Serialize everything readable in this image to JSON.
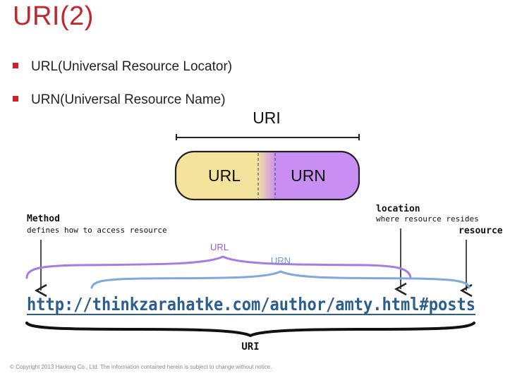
{
  "slide": {
    "title": "URI(2)",
    "bullets": [
      "URL(Universal Resource Locator)",
      "URN(Universal Resource Name)"
    ],
    "footer": "© Copyright 2013 Hacking Co., Ltd. The information contained herein is subject to change without notice."
  },
  "diagram": {
    "uri_label": "URI",
    "url_label": "URL",
    "urn_label": "URN",
    "method_title": "Method",
    "method_desc": "defines how to access resource",
    "location_title": "location",
    "location_desc": "where resource resides",
    "resource_title": "resource",
    "brace_url_label": "URL",
    "brace_urn_label": "URN",
    "url_string": "http://thinkzarahatke.com/author/amty.html#posts",
    "bottom_uri_label": "URI",
    "colors": {
      "url_fill": "#f3e39c",
      "urn_fill": "#c98ef2",
      "url_brace": "#a77be6",
      "urn_brace": "#7fa8dc",
      "link": "#2b5d8f"
    }
  }
}
